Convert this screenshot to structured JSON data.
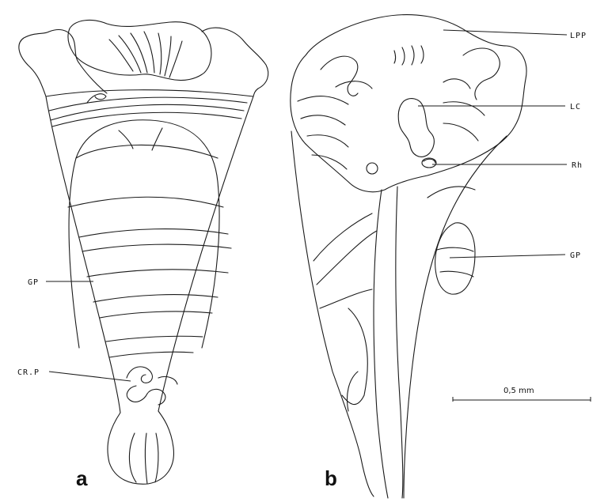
{
  "figure": {
    "panel_a": {
      "letter": "a",
      "labels": {
        "gp": "GP",
        "crp": "CR.P"
      }
    },
    "panel_b": {
      "letter": "b",
      "labels": {
        "lpp": "LPP",
        "lc": "LC",
        "rh": "Rh",
        "gp": "GP"
      }
    },
    "scale_bar": {
      "text": "0,5 mm"
    }
  }
}
